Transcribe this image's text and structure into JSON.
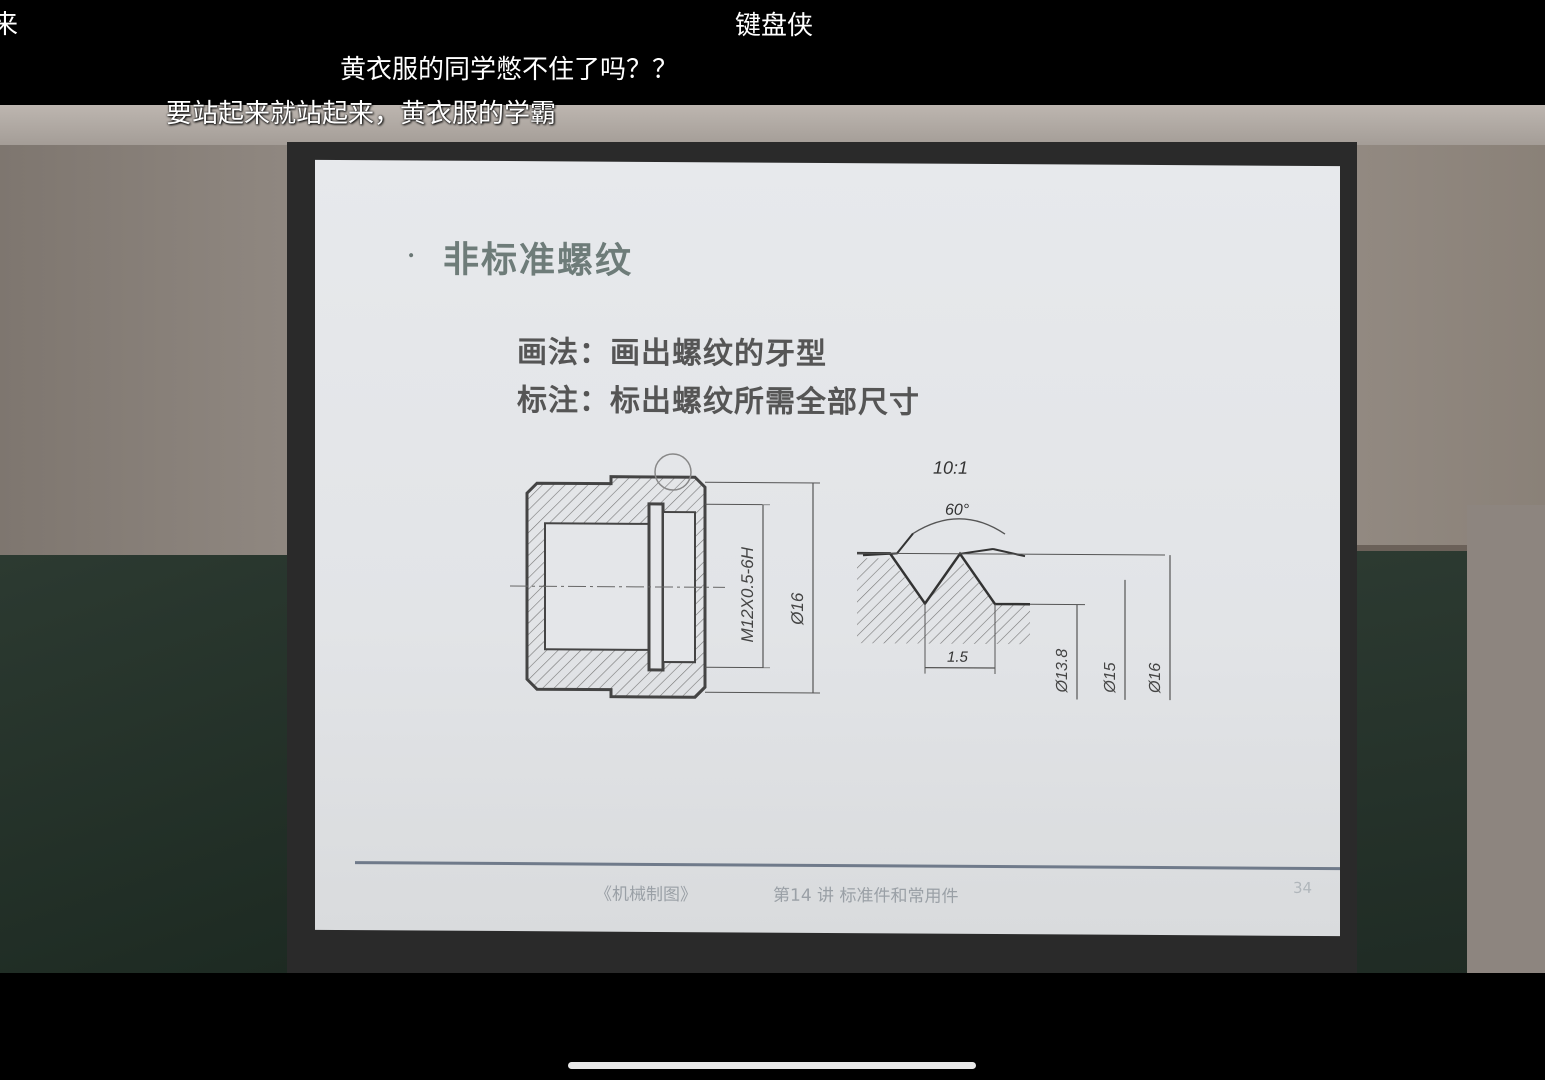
{
  "danmaku": {
    "edge_fragment": "来",
    "brand": "键盘侠",
    "comment_1": "黄衣服的同学憋不住了吗？？",
    "comment_2": "要站起来就站起来，黄衣服的学霸"
  },
  "slide": {
    "bullet": "•",
    "title": "非标准螺纹",
    "method_line": "画法：画出螺纹的牙型",
    "annotation_line": "标注：标出螺纹所需全部尺寸",
    "drawing": {
      "scale": "10:1",
      "angle": "60°",
      "thread_spec": "M12X0.5-6H",
      "outer_dim": "Ø16",
      "pitch": "1.5",
      "dim_1": "Ø13.8",
      "dim_2": "Ø15",
      "dim_3": "Ø16"
    },
    "footer_book": "《机械制图》",
    "footer_lecture": "第14 讲 标准件和常用件",
    "page_number": "34"
  },
  "colors": {
    "slide_background": "#e4e6e9",
    "title_color": "#6e7c79",
    "body_text_color": "#555555",
    "danmaku_color": "#ffffff"
  }
}
